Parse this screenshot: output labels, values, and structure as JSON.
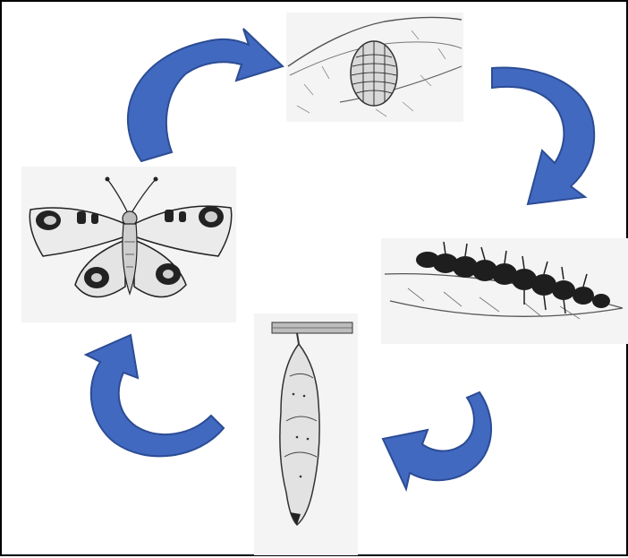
{
  "diagram": {
    "stages": [
      {
        "id": "egg",
        "icon": "egg-cluster-illustration"
      },
      {
        "id": "caterpillar",
        "icon": "caterpillar-illustration"
      },
      {
        "id": "chrysalis",
        "icon": "chrysalis-illustration"
      },
      {
        "id": "butterfly",
        "icon": "butterfly-illustration"
      }
    ],
    "arrow_color": "#4169c0",
    "arrow_stroke": "#2c4c94",
    "frame_color": "#000000"
  }
}
